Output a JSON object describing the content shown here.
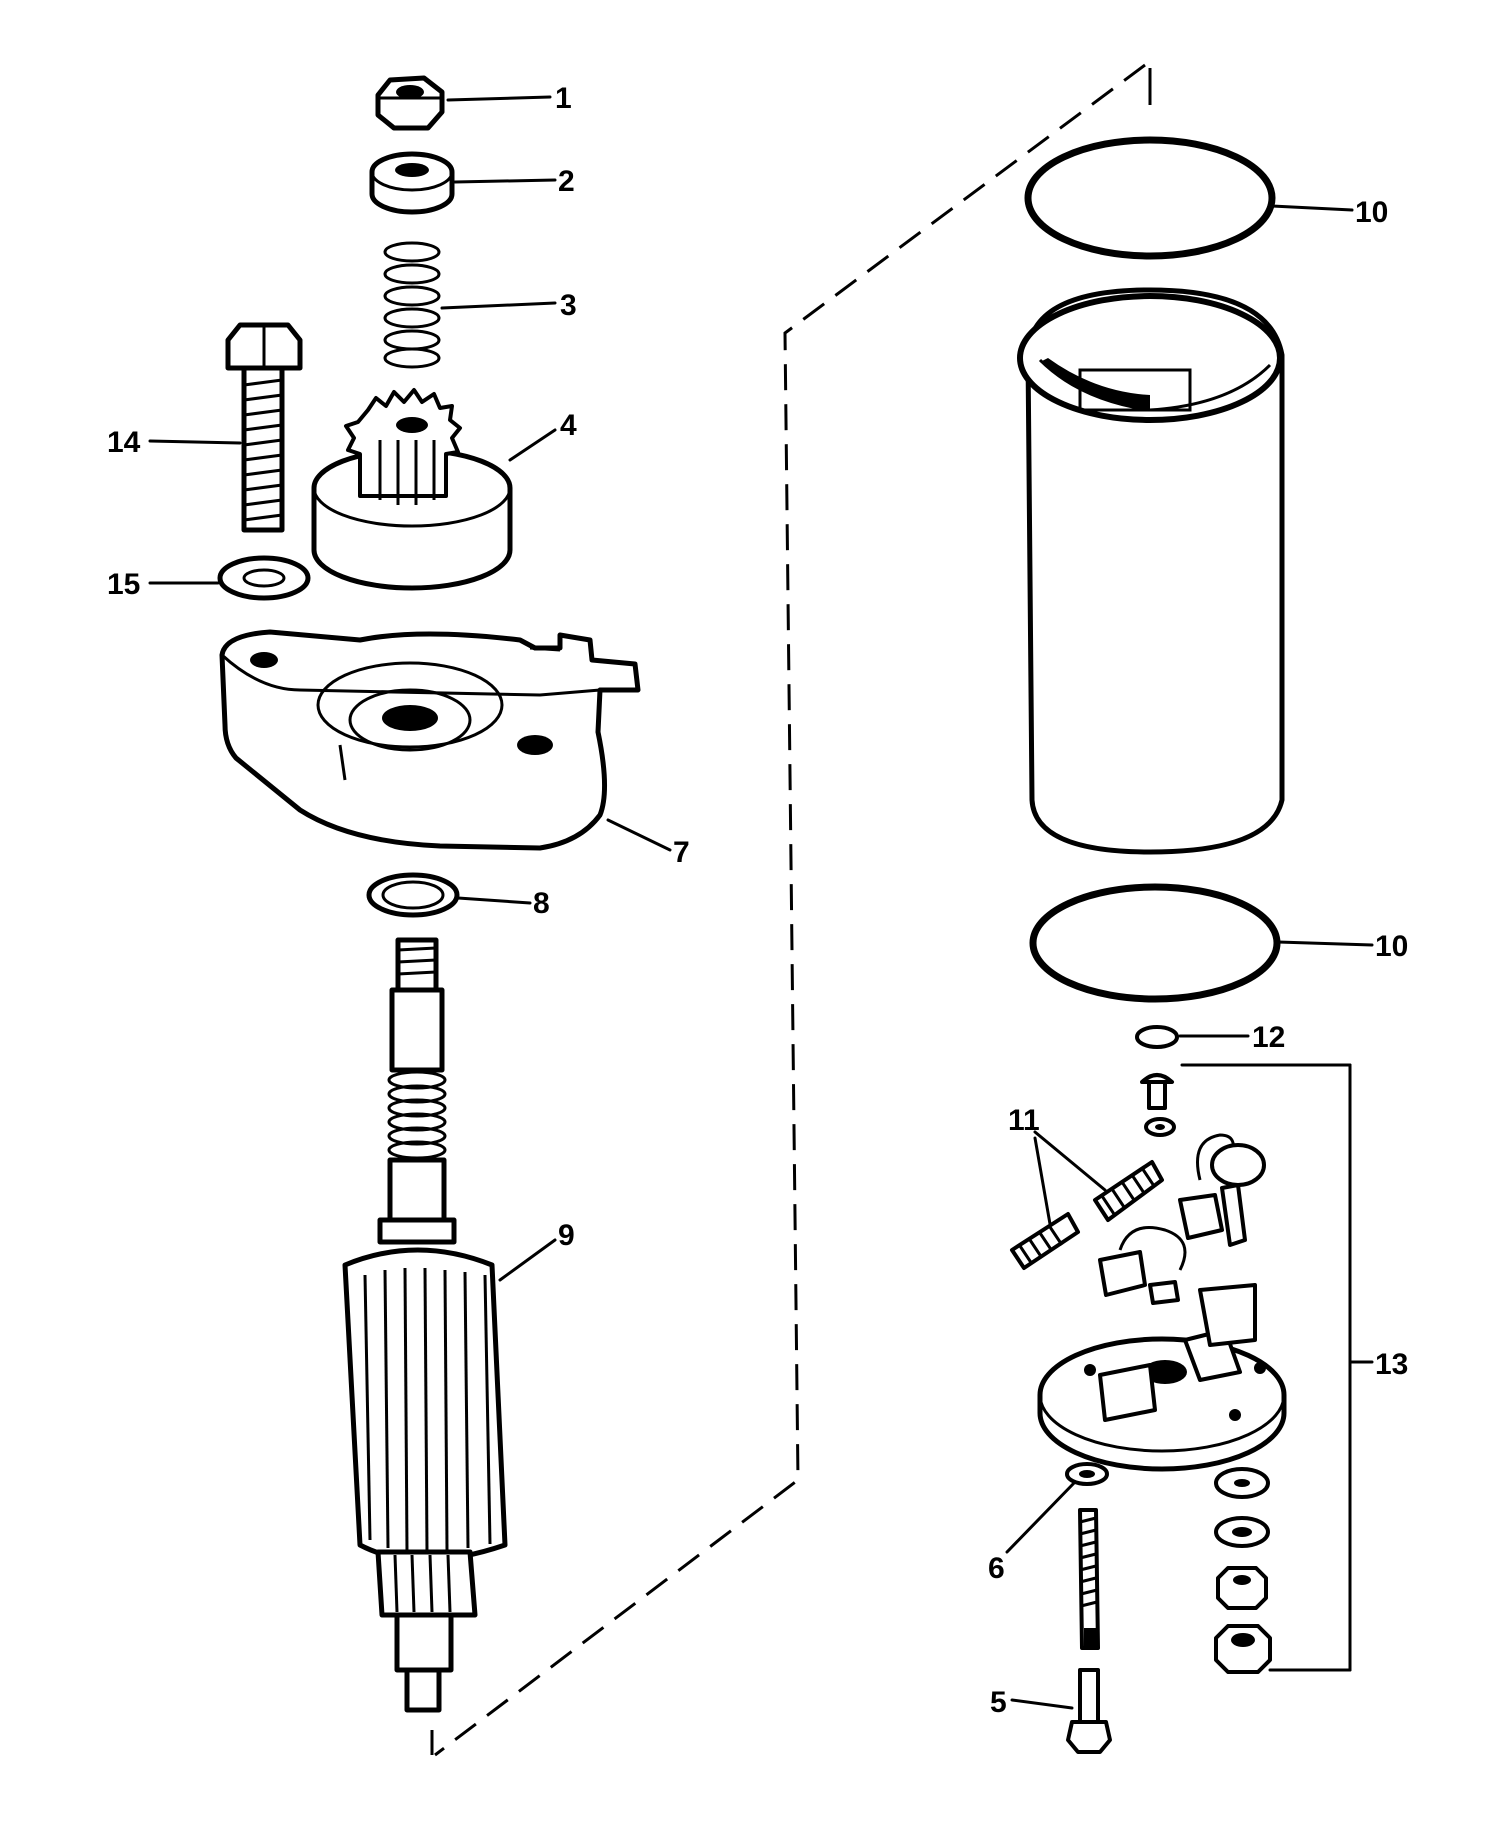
{
  "callouts": [
    {
      "id": "c1",
      "text": "1"
    },
    {
      "id": "c2",
      "text": "2"
    },
    {
      "id": "c3",
      "text": "3"
    },
    {
      "id": "c4",
      "text": "4"
    },
    {
      "id": "c14",
      "text": "14"
    },
    {
      "id": "c15",
      "text": "15"
    },
    {
      "id": "c7",
      "text": "7"
    },
    {
      "id": "c8",
      "text": "8"
    },
    {
      "id": "c9",
      "text": "9"
    },
    {
      "id": "c10a",
      "text": "10"
    },
    {
      "id": "c10b",
      "text": "10"
    },
    {
      "id": "c12",
      "text": "12"
    },
    {
      "id": "c11",
      "text": "11"
    },
    {
      "id": "c13",
      "text": "13"
    },
    {
      "id": "c6",
      "text": "6"
    },
    {
      "id": "c5",
      "text": "5"
    }
  ],
  "colors": {
    "ink": "#000000",
    "paper": "#ffffff"
  }
}
